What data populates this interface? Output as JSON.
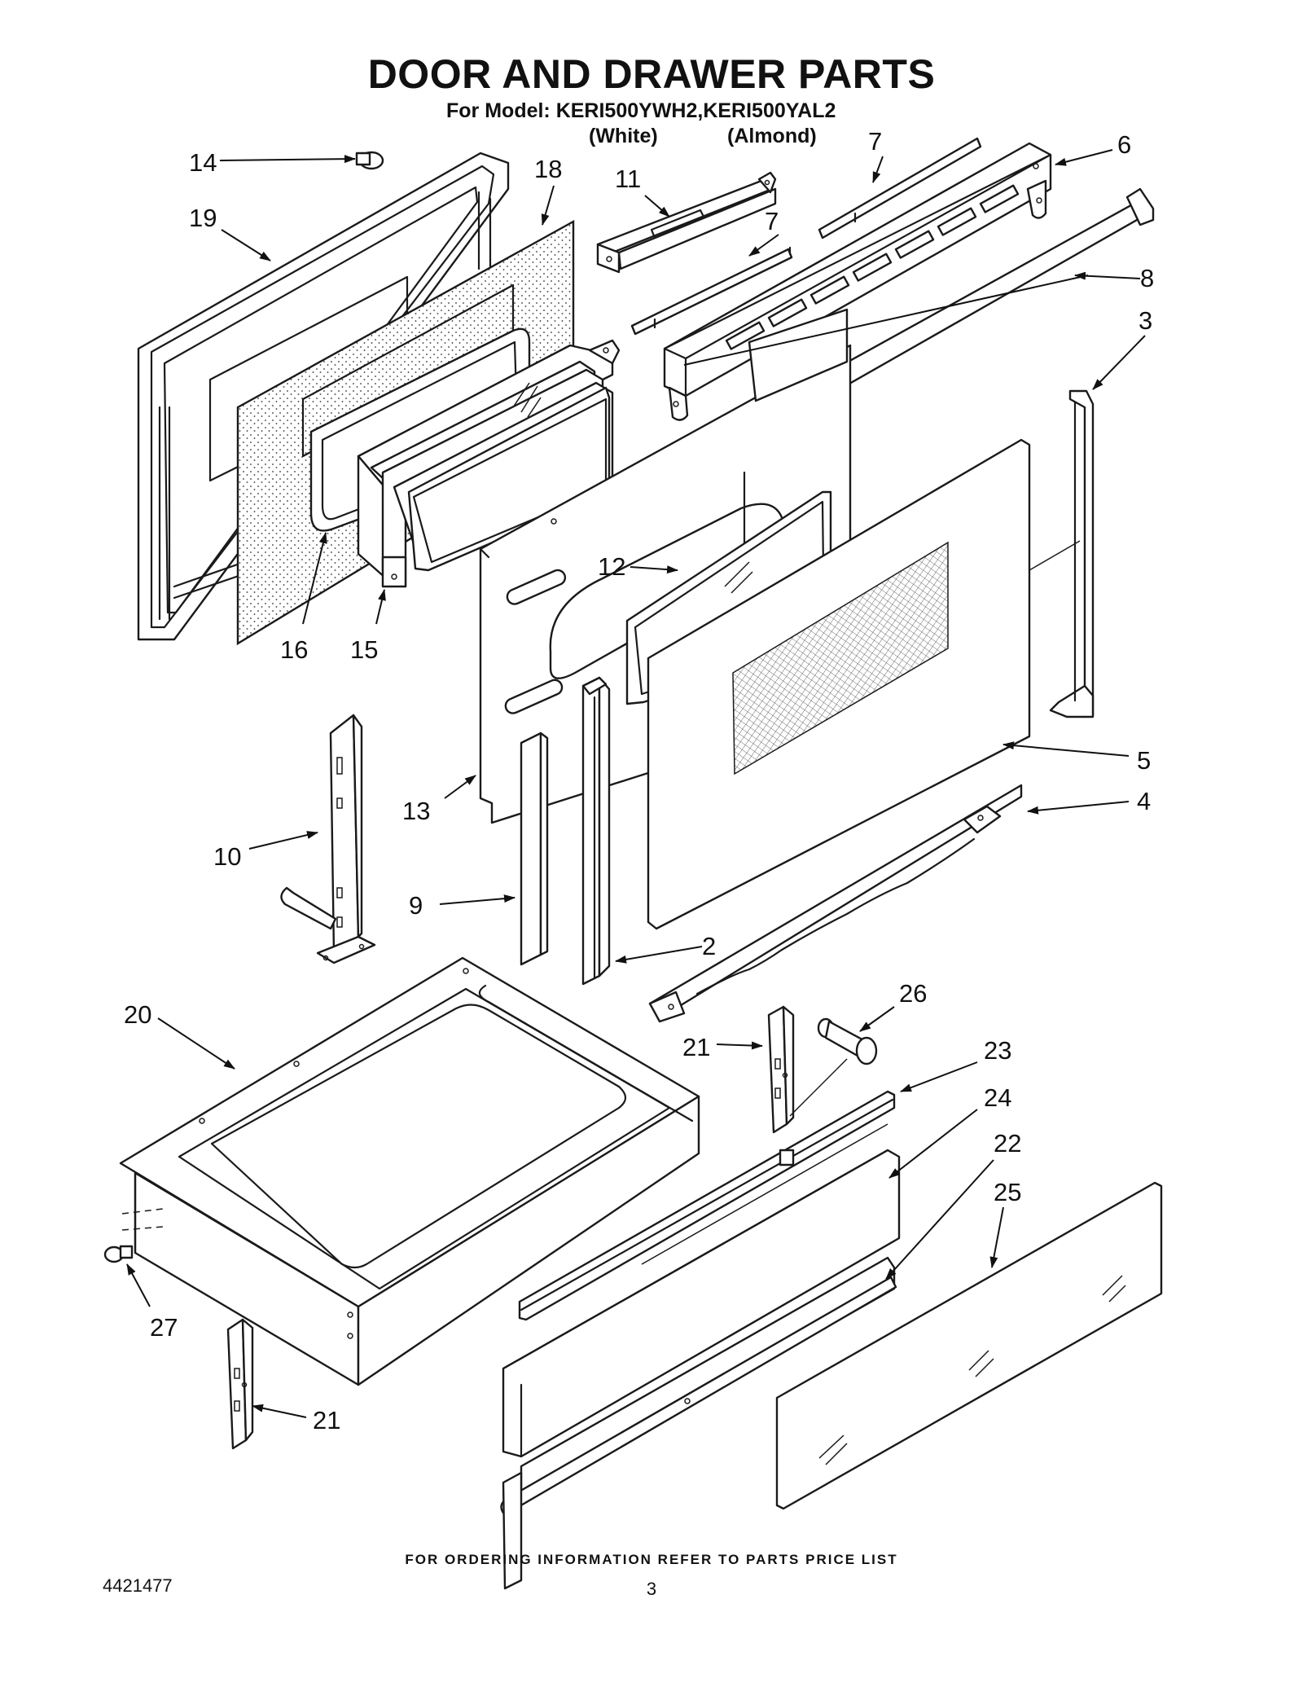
{
  "header": {
    "title": "DOOR AND DRAWER PARTS",
    "model_line": "For Model: KERI500YWH2,KERI500YAL2",
    "variant_white": "(White)",
    "variant_almond": "(Almond)"
  },
  "callouts": {
    "c2": "2",
    "c3": "3",
    "c4": "4",
    "c5": "5",
    "c6": "6",
    "c7a": "7",
    "c7b": "7",
    "c8": "8",
    "c9": "9",
    "c10": "10",
    "c11": "11",
    "c12": "12",
    "c13": "13",
    "c14": "14",
    "c15": "15",
    "c16": "16",
    "c18": "18",
    "c19": "19",
    "c20": "20",
    "c21a": "21",
    "c21b": "21",
    "c22": "22",
    "c23": "23",
    "c24": "24",
    "c25": "25",
    "c26": "26",
    "c27": "27"
  },
  "footer": {
    "ordering_note": "FOR ORDERING INFORMATION REFER TO PARTS PRICE LIST",
    "doc_number": "4421477",
    "page_number": "3"
  }
}
